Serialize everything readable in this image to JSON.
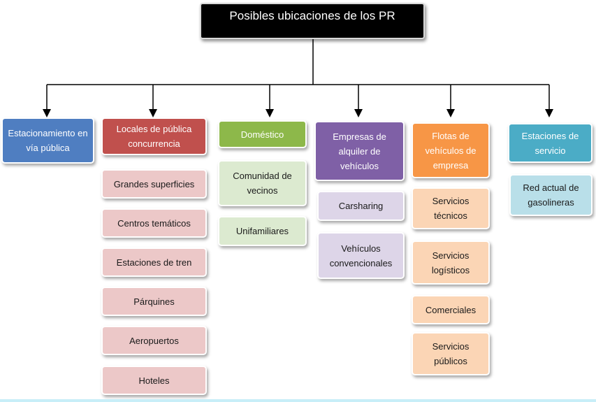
{
  "title": "Posibles ubicaciones de los PR",
  "categories": [
    {
      "label": "Estacionamiento en vía pública",
      "items": []
    },
    {
      "label": "Locales de pública concurrencia",
      "items": [
        "Grandes superficies",
        "Centros temáticos",
        "Estaciones de tren",
        "Párquines",
        "Aeropuertos",
        "Hoteles"
      ]
    },
    {
      "label": "Doméstico",
      "items": [
        "Comunidad de vecinos",
        "Unifamiliares"
      ]
    },
    {
      "label": "Empresas de alquiler de vehículos",
      "items": [
        "Carsharing",
        "Vehículos convencionales"
      ]
    },
    {
      "label": "Flotas de vehículos de empresa",
      "items": [
        "Servicios técnicos",
        "Servicios logísticos",
        "Comerciales",
        "Servicios públicos"
      ]
    },
    {
      "label": "Estaciones de servicio",
      "items": [
        "Red actual de gasolineras"
      ]
    }
  ],
  "colors": {
    "root": "#000000",
    "cat0": "#4f7ec1",
    "cat1": "#c0504d",
    "cat2": "#8db84a",
    "cat3": "#7f60a6",
    "cat4": "#f79646",
    "cat5": "#4bacc6"
  }
}
